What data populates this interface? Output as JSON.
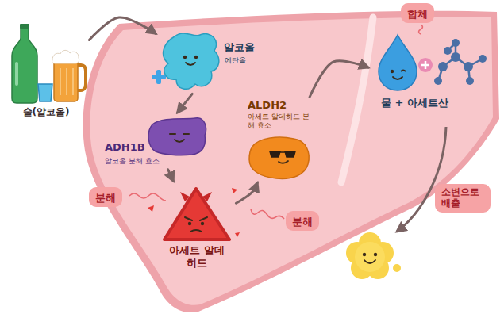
{
  "diagram": {
    "nodes": [
      {
        "text": [
          "술(알코올)"
        ]
      },
      {
        "text": [
          "알코올",
          "에탄올"
        ]
      },
      {
        "text": [
          "ADH1B",
          "알코올 분해 효소"
        ]
      },
      {
        "text": [
          "아세트 알데히드"
        ]
      },
      {
        "text": [
          "ALDH2",
          "아세트 알데히드 분해 효소"
        ]
      },
      {
        "text": [
          "물 + 아세트산"
        ]
      },
      {
        "text": [
          "합체"
        ]
      },
      {
        "text": [
          "분해"
        ]
      },
      {
        "text": [
          "분해"
        ]
      },
      {
        "text": [
          "소변으로 배출"
        ]
      }
    ],
    "edges": [
      {
        "from": 0,
        "to": 1,
        "arrow": "to"
      },
      {
        "from": 1,
        "to": 2,
        "arrow": "to"
      },
      {
        "from": 2,
        "to": 3,
        "arrow": "to"
      },
      {
        "from": 3,
        "to": 4,
        "arrow": "to"
      },
      {
        "from": 4,
        "to": 5,
        "arrow": "to"
      }
    ]
  }
}
